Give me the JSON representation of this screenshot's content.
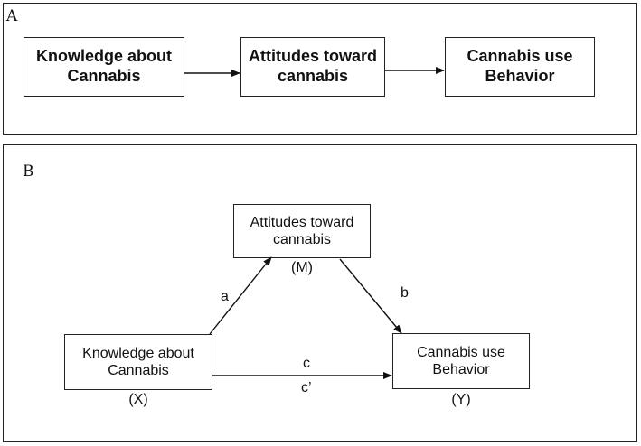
{
  "panel_a": {
    "letter": "A",
    "knowledge": {
      "line1": "Knowledge about",
      "line2": "Cannabis"
    },
    "attitudes": {
      "line1": "Attitudes toward",
      "line2": "cannabis"
    },
    "behavior": {
      "line1": "Cannabis use",
      "line2": "Behavior"
    }
  },
  "panel_b": {
    "letter": "B",
    "attitudes": {
      "line1": "Attitudes toward",
      "line2": "cannabis",
      "var": "(M)"
    },
    "knowledge": {
      "line1": "Knowledge about",
      "line2": "Cannabis",
      "var": "(X)"
    },
    "behavior": {
      "line1": "Cannabis use",
      "line2": "Behavior",
      "var": "(Y)"
    },
    "paths": {
      "a": "a",
      "b": "b",
      "c": "c",
      "c_prime": "c’"
    }
  }
}
